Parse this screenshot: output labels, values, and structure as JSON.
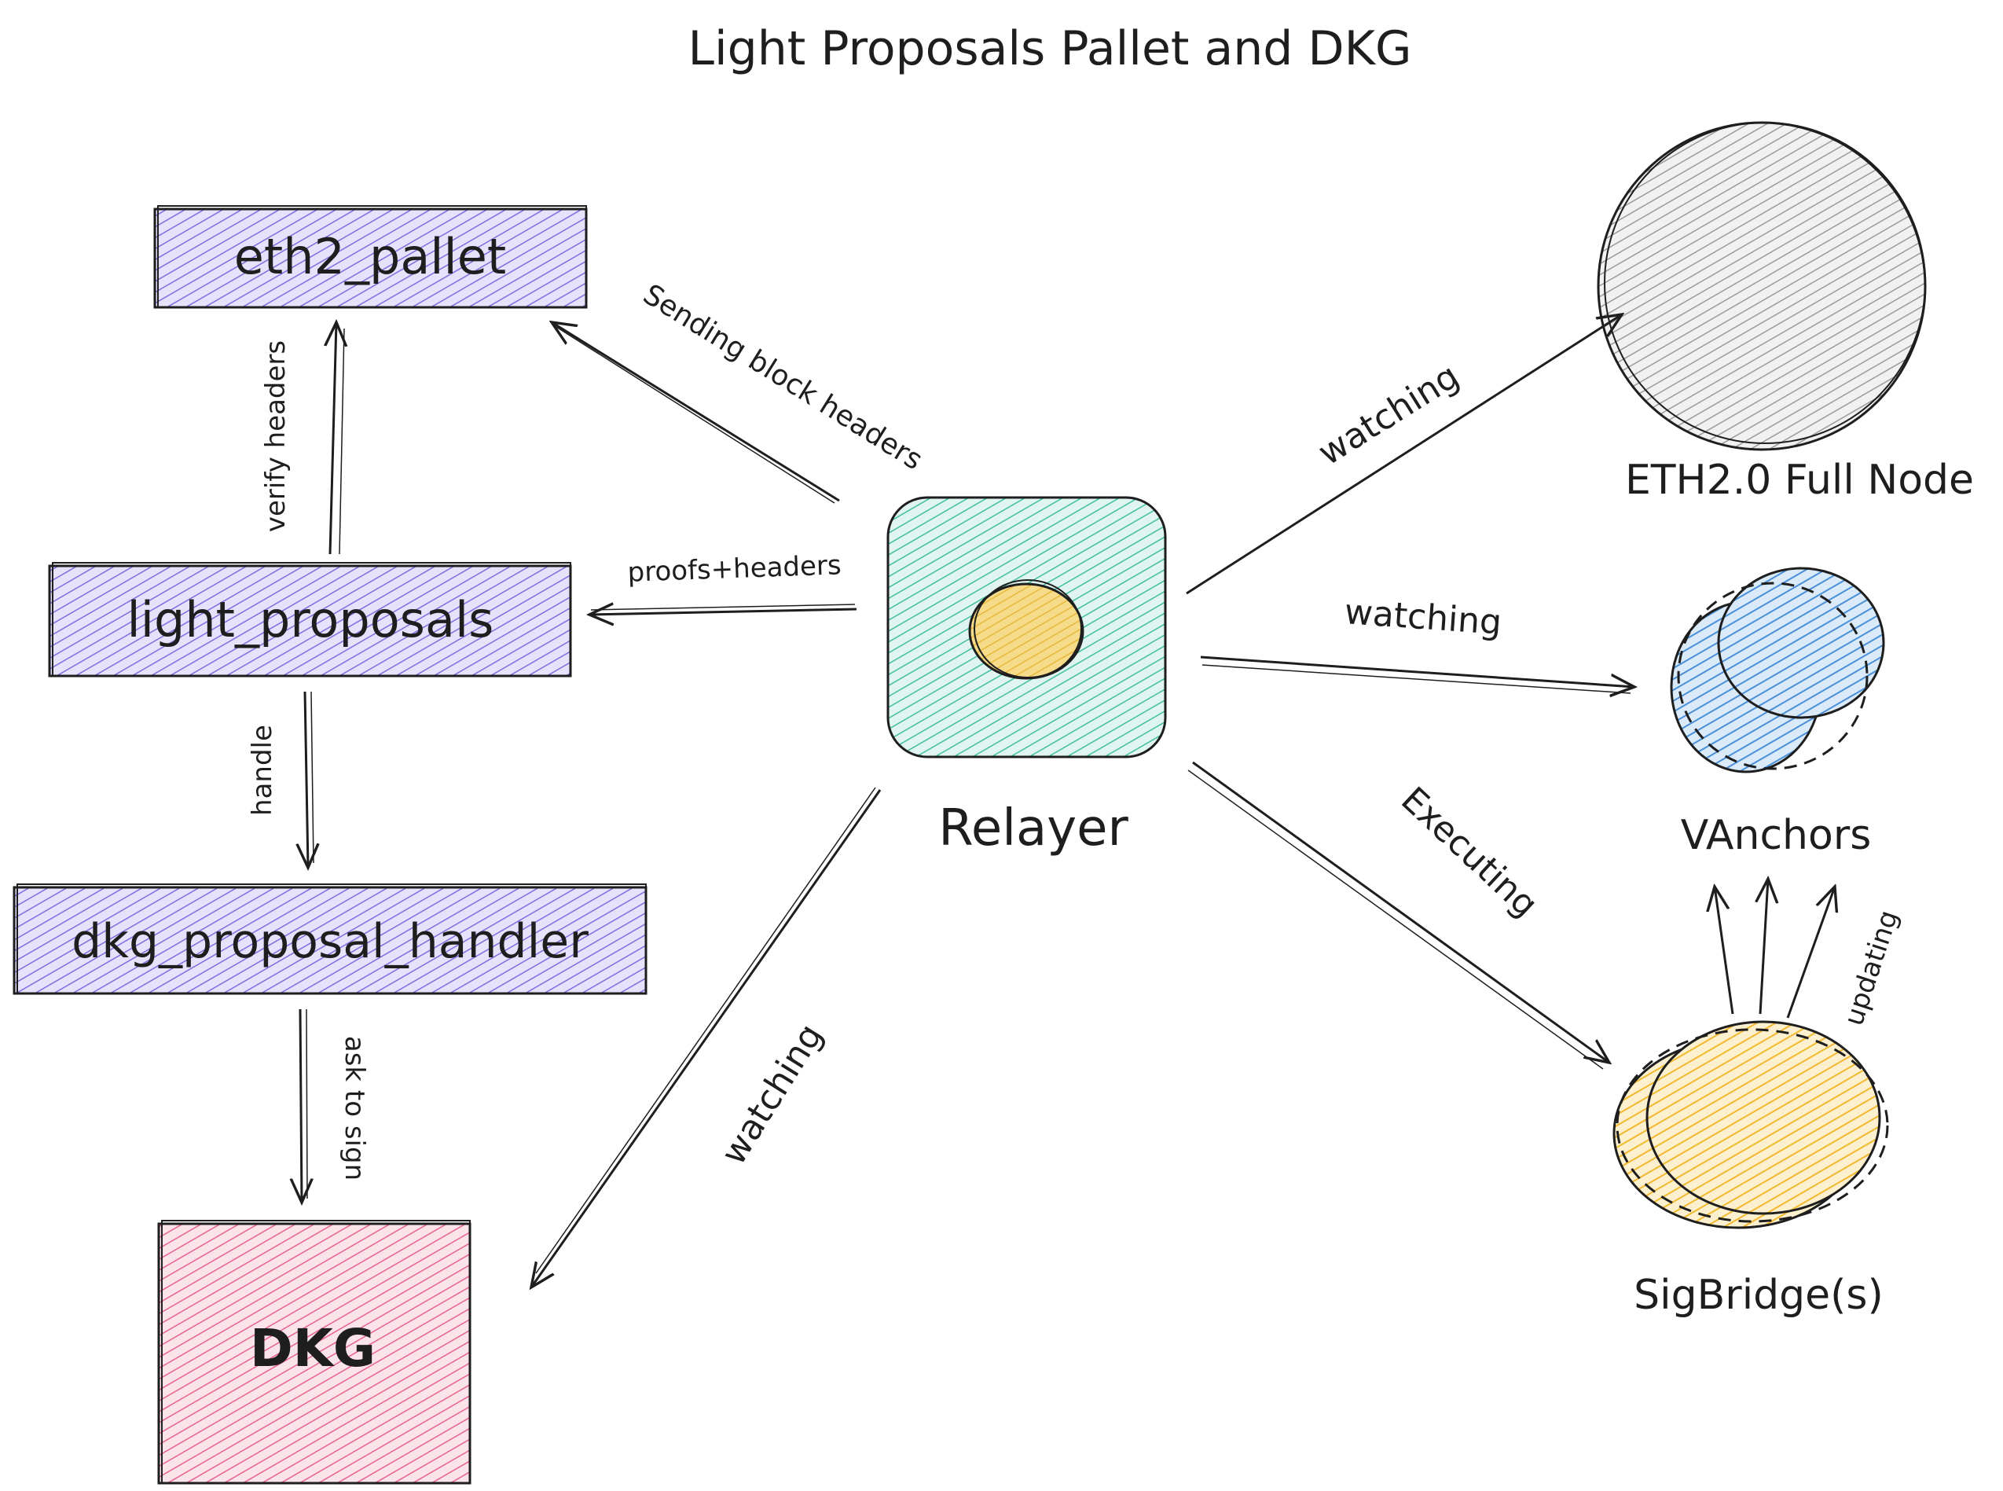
{
  "title": "Light Proposals Pallet and DKG",
  "nodes": {
    "eth2_pallet": {
      "label": "eth2_pallet",
      "fill": "#7b6fe0"
    },
    "light_proposals": {
      "label": "light_proposals",
      "fill": "#7b6fe0"
    },
    "dkg_proposal_handler": {
      "label": "dkg_proposal_handler",
      "fill": "#7b6fe0"
    },
    "dkg": {
      "label": "DKG",
      "fill": "#e8628e"
    },
    "relayer": {
      "label": "Relayer",
      "fill": "#3fbfa0",
      "core_fill": "#f4c542"
    },
    "eth2_full_node": {
      "label": "ETH2.0 Full Node",
      "fill": "#9a9a9a"
    },
    "vanchors": {
      "label": "VAnchors",
      "fill": "#4a90d9"
    },
    "sigbridges": {
      "label": "SigBridge(s)",
      "fill": "#f2b92f"
    }
  },
  "edges": {
    "sending_block_headers": "Sending block headers",
    "proofs_headers": "proofs+headers",
    "verify_headers": "verify headers",
    "handle": "handle",
    "ask_to_sign": "ask to sign",
    "watching_dkg": "watching",
    "watching_eth2": "watching",
    "watching_vanchors": "watching",
    "executing": "Executing",
    "updating": "updating"
  }
}
